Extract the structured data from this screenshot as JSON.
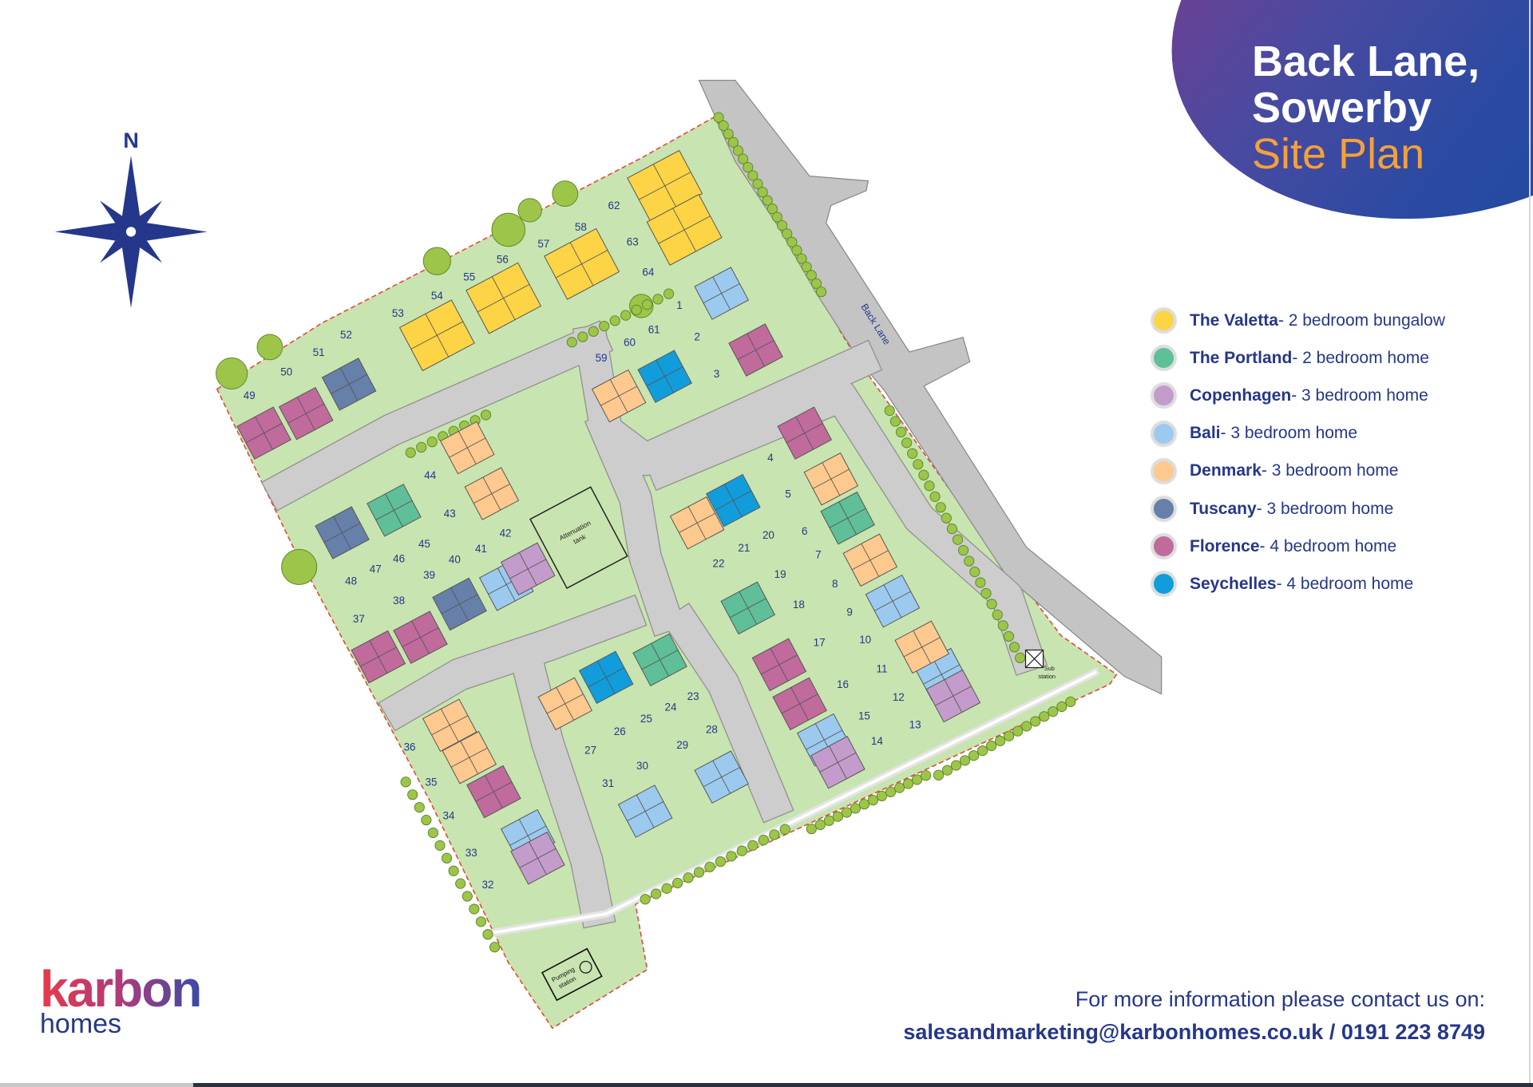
{
  "header": {
    "title_line1": "Back Lane,",
    "title_line2": "Sowerby",
    "subtitle": "Site Plan"
  },
  "compass": {
    "north_label": "N"
  },
  "map": {
    "road_label": "Back Lane",
    "attenuation_label_1": "Attenuation",
    "attenuation_label_2": "tank",
    "sub_label_1": "Sub",
    "sub_label_2": "station",
    "pumping_label_1": "Pumping",
    "pumping_label_2": "station",
    "plots": [
      "1",
      "2",
      "3",
      "4",
      "5",
      "6",
      "7",
      "8",
      "9",
      "10",
      "11",
      "12",
      "13",
      "14",
      "15",
      "16",
      "17",
      "18",
      "19",
      "20",
      "21",
      "22",
      "23",
      "24",
      "25",
      "26",
      "27",
      "28",
      "29",
      "30",
      "31",
      "32",
      "33",
      "34",
      "35",
      "36",
      "37",
      "38",
      "39",
      "40",
      "41",
      "42",
      "43",
      "44",
      "45",
      "46",
      "47",
      "48",
      "49",
      "50",
      "51",
      "52",
      "53",
      "54",
      "55",
      "56",
      "57",
      "58",
      "59",
      "60",
      "61",
      "62",
      "63",
      "64"
    ]
  },
  "legend": [
    {
      "name": "The Valetta",
      "desc": " - 2 bedroom bungalow",
      "color": "#fdd445"
    },
    {
      "name": "The Portland",
      "desc": " - 2 bedroom home",
      "color": "#5fbf98"
    },
    {
      "name": "Copenhagen",
      "desc": " - 3 bedroom home",
      "color": "#c39ccb"
    },
    {
      "name": "Bali",
      "desc": " - 3 bedroom home",
      "color": "#9ccaee"
    },
    {
      "name": "Denmark",
      "desc": " - 3 bedroom home",
      "color": "#fdc98e"
    },
    {
      "name": "Tuscany",
      "desc": " - 3 bedroom home",
      "color": "#6680aa"
    },
    {
      "name": "Florence",
      "desc": " - 4 bedroom home",
      "color": "#c06b9c"
    },
    {
      "name": "Seychelles",
      "desc": " - 4 bedroom home",
      "color": "#119ddc"
    }
  ],
  "contact": {
    "line1": "For more information please contact us on:",
    "line2": "salesandmarketing@karbonhomes.co.uk / 0191 223 8749"
  },
  "logo": {
    "brand": "karbon",
    "sub": "homes"
  }
}
